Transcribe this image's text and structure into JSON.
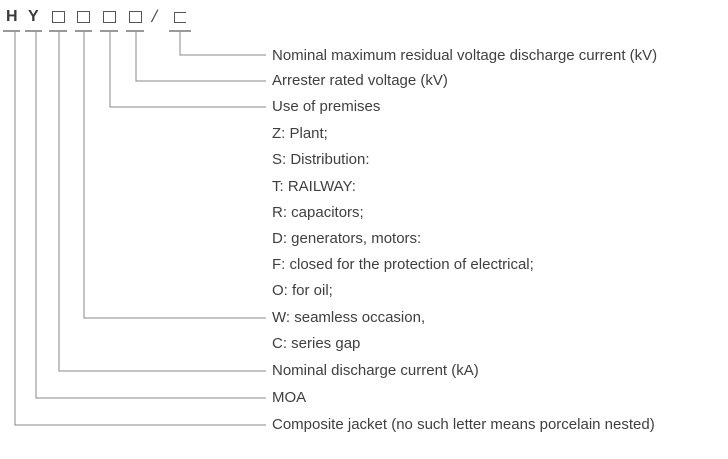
{
  "diagram_title": "arrester-model-designation",
  "model_code": {
    "letter_1": "H",
    "letter_2": "Y",
    "separator": "/",
    "box_count": 4,
    "colors": {
      "text": "#3a3a3a",
      "connector_line": "#8a8a8a",
      "underline_bar": "#999999",
      "box_border": "#555555",
      "label_text": "#3f3f3f",
      "background": "#ffffff"
    }
  },
  "labels": [
    {
      "text": "Nominal maximum residual voltage discharge current (kV)",
      "connected": true
    },
    {
      "text": "Arrester rated voltage (kV)",
      "connected": true
    },
    {
      "text": "Use of premises",
      "connected": true
    },
    {
      "text": "Z: Plant;",
      "connected": false
    },
    {
      "text": "S: Distribution:",
      "connected": false
    },
    {
      "text": "T: RAILWAY:",
      "connected": false
    },
    {
      "text": "R: capacitors;",
      "connected": false
    },
    {
      "text": "D: generators, motors:",
      "connected": false
    },
    {
      "text": "F: closed for the protection of electrical;",
      "connected": false
    },
    {
      "text": "O: for oil;",
      "connected": false
    },
    {
      "text": "W: seamless occasion,",
      "connected": true
    },
    {
      "text": "C: series gap",
      "connected": false
    },
    {
      "text": "Nominal discharge current (kA)",
      "connected": true
    },
    {
      "text": "MOA",
      "connected": true
    },
    {
      "text": "Composite jacket (no such letter means porcelain nested)",
      "connected": true
    }
  ]
}
